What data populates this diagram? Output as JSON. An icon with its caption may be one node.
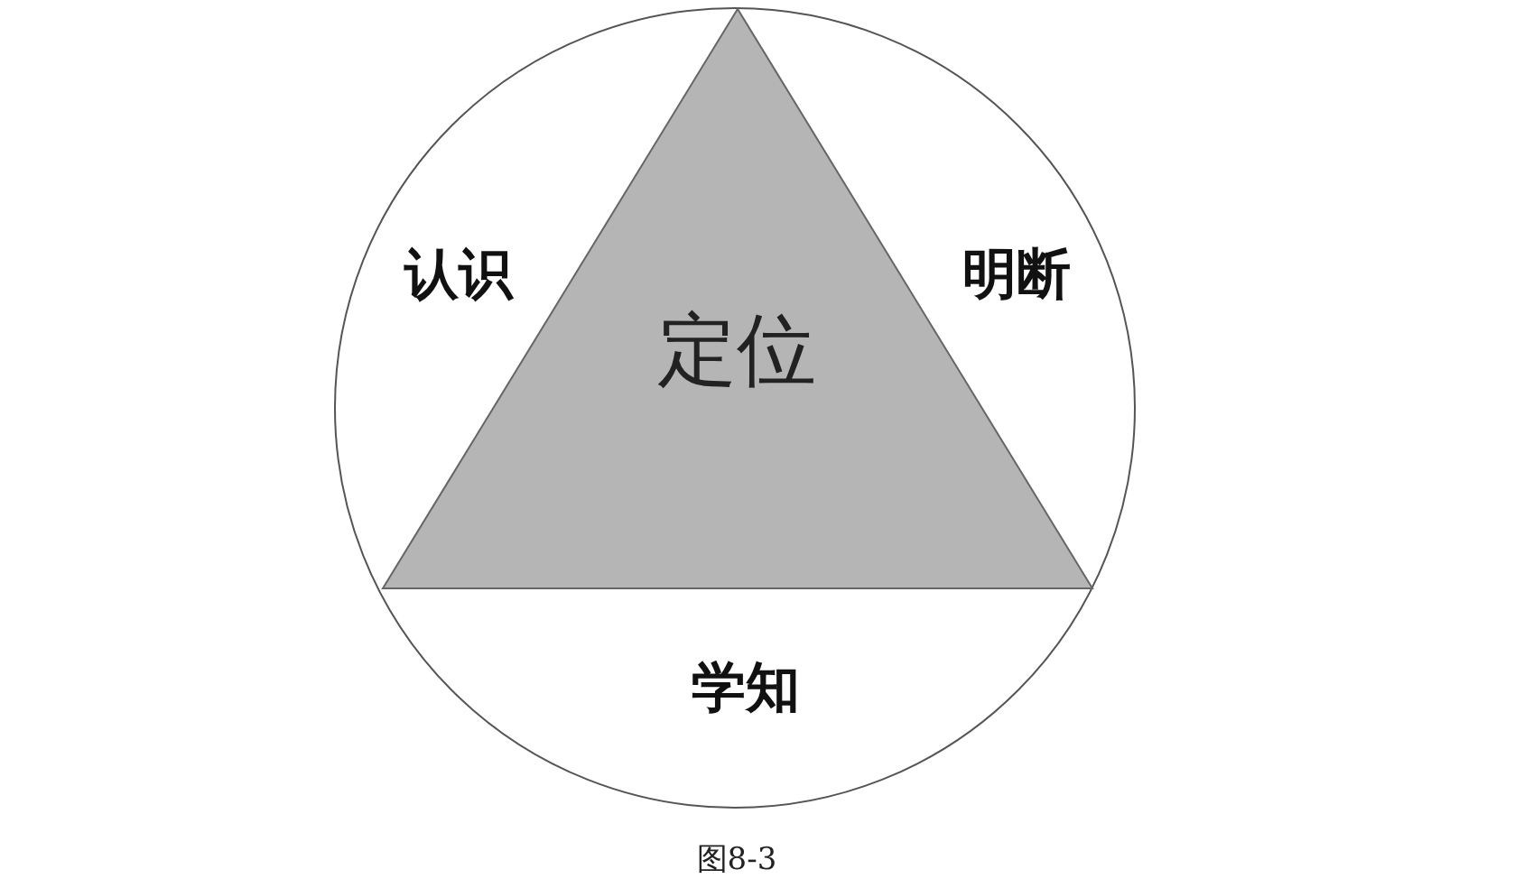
{
  "diagram": {
    "caption": "图8-3",
    "nodes": [
      {
        "text": [
          "认识",
          "明断",
          "学知"
        ]
      },
      {
        "text": [
          "定位"
        ],
        "in": 0
      }
    ]
  }
}
